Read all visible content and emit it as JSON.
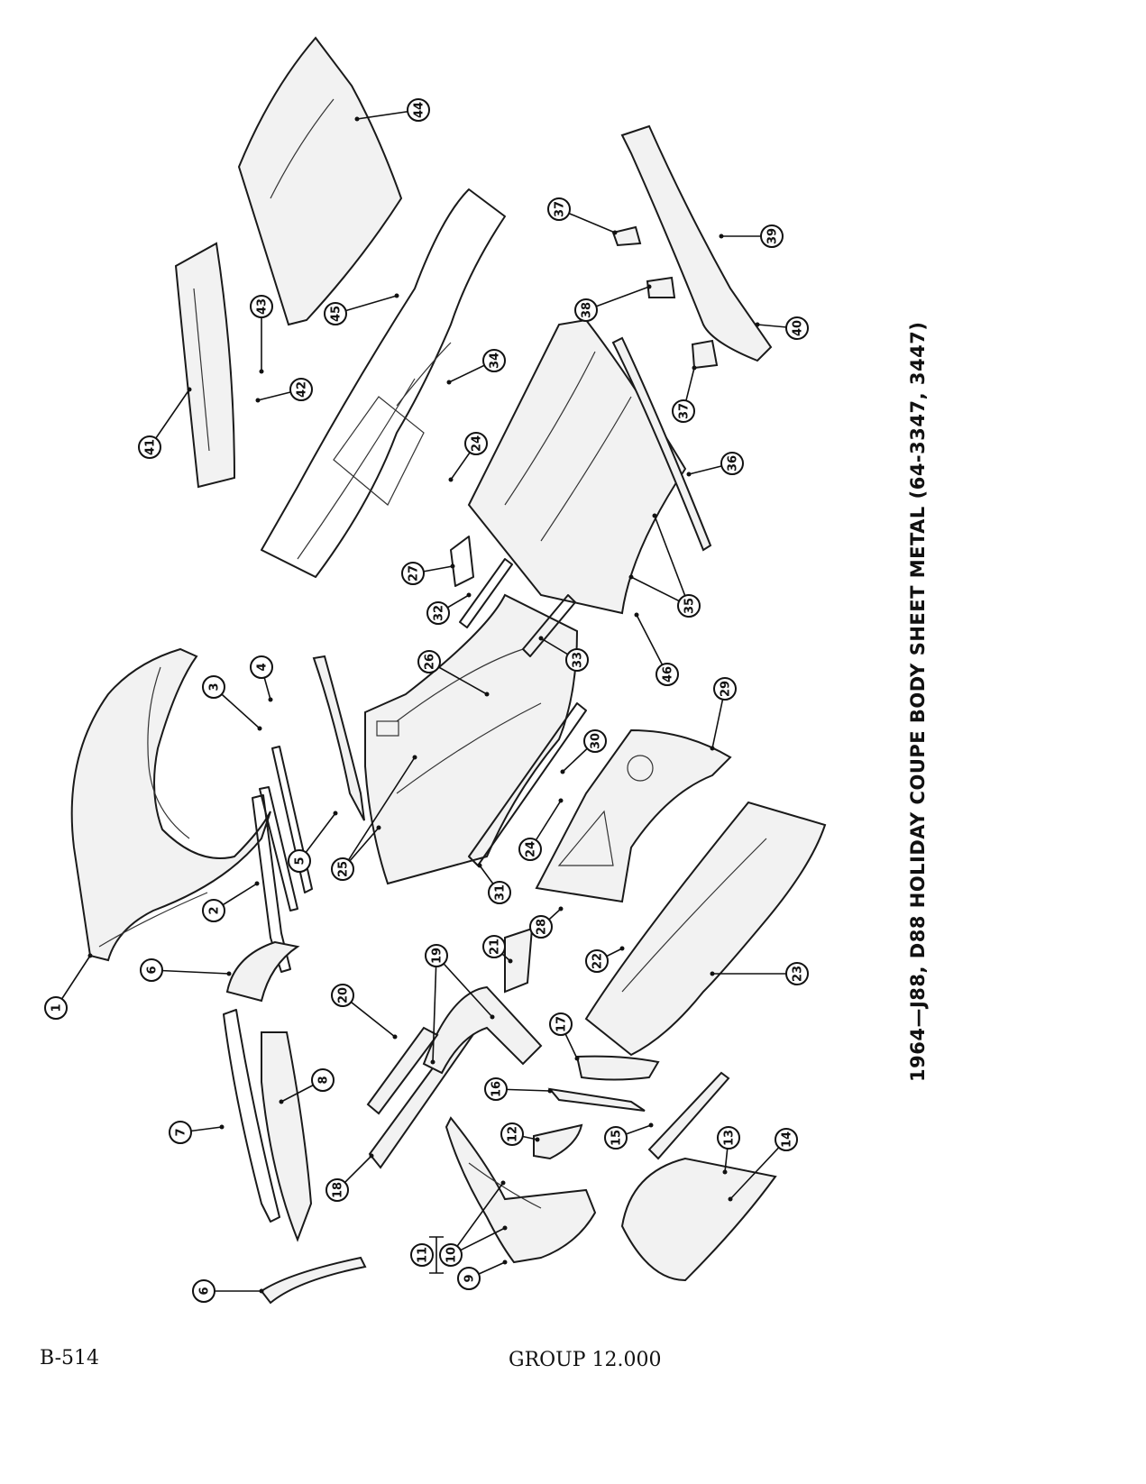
{
  "title": "1964—J88, D88 HOLIDAY COUPE BODY SHEET METAL (64-3347, 3447)",
  "page_number": "B-514",
  "group_label": "GROUP 12.000",
  "callouts": [
    {
      "id": "c1",
      "label": "1"
    },
    {
      "id": "c2",
      "label": "2"
    },
    {
      "id": "c3",
      "label": "3"
    },
    {
      "id": "c4",
      "label": "4"
    },
    {
      "id": "c5",
      "label": "5"
    },
    {
      "id": "c6a",
      "label": "6"
    },
    {
      "id": "c6b",
      "label": "6"
    },
    {
      "id": "c7",
      "label": "7"
    },
    {
      "id": "c8",
      "label": "8"
    },
    {
      "id": "c9",
      "label": "9"
    },
    {
      "id": "c10",
      "label": "10"
    },
    {
      "id": "c11",
      "label": "11"
    },
    {
      "id": "c12",
      "label": "12"
    },
    {
      "id": "c13",
      "label": "13"
    },
    {
      "id": "c14",
      "label": "14"
    },
    {
      "id": "c15",
      "label": "15"
    },
    {
      "id": "c16",
      "label": "16"
    },
    {
      "id": "c17",
      "label": "17"
    },
    {
      "id": "c18",
      "label": "18"
    },
    {
      "id": "c19",
      "label": "19"
    },
    {
      "id": "c20",
      "label": "20"
    },
    {
      "id": "c21",
      "label": "21"
    },
    {
      "id": "c22",
      "label": "22"
    },
    {
      "id": "c23",
      "label": "23"
    },
    {
      "id": "c24a",
      "label": "24"
    },
    {
      "id": "c24b",
      "label": "24"
    },
    {
      "id": "c25",
      "label": "25"
    },
    {
      "id": "c26",
      "label": "26"
    },
    {
      "id": "c27",
      "label": "27"
    },
    {
      "id": "c28",
      "label": "28"
    },
    {
      "id": "c29",
      "label": "29"
    },
    {
      "id": "c30",
      "label": "30"
    },
    {
      "id": "c31",
      "label": "31"
    },
    {
      "id": "c32",
      "label": "32"
    },
    {
      "id": "c33",
      "label": "33"
    },
    {
      "id": "c34",
      "label": "34"
    },
    {
      "id": "c35",
      "label": "35"
    },
    {
      "id": "c36",
      "label": "36"
    },
    {
      "id": "c37a",
      "label": "37"
    },
    {
      "id": "c37b",
      "label": "37"
    },
    {
      "id": "c38",
      "label": "38"
    },
    {
      "id": "c39",
      "label": "39"
    },
    {
      "id": "c40",
      "label": "40"
    },
    {
      "id": "c41",
      "label": "41"
    },
    {
      "id": "c42",
      "label": "42"
    },
    {
      "id": "c43",
      "label": "43"
    },
    {
      "id": "c44",
      "label": "44"
    },
    {
      "id": "c45",
      "label": "45"
    },
    {
      "id": "c46",
      "label": "46"
    }
  ]
}
